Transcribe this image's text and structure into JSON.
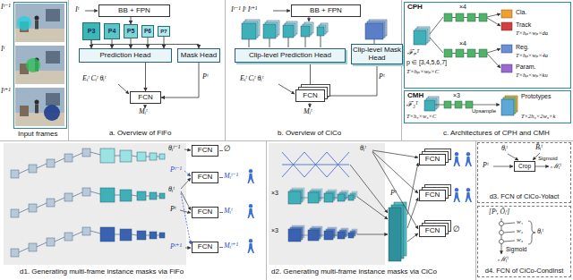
{
  "diagram": {
    "nodes": [
      {
        "text": [
          "BB + FPN"
        ]
      },
      {
        "text": [
          "P3"
        ]
      },
      {
        "text": [
          "P4"
        ]
      },
      {
        "text": [
          "P5"
        ]
      },
      {
        "text": [
          "P6"
        ]
      },
      {
        "text": [
          "P7"
        ]
      },
      {
        "text": [
          "Prediction Head"
        ]
      },
      {
        "text": [
          "Mask Head"
        ]
      },
      {
        "text": [
          "FCN"
        ]
      },
      {
        "text": [
          "BB + FPN"
        ]
      },
      {
        "text": [
          "Clip-level Prediction Head"
        ]
      },
      {
        "text": [
          "Clip-level Mask Head"
        ]
      },
      {
        "text": [
          "FCN"
        ]
      },
      {
        "text": [
          "CPH"
        ]
      },
      {
        "text": [
          "CMH"
        ]
      },
      {
        "text": [
          "FCN"
        ]
      },
      {
        "text": [
          "FCN"
        ]
      },
      {
        "text": [
          "FCN"
        ]
      },
      {
        "text": [
          "FCN"
        ]
      },
      {
        "text": [
          "FCN"
        ]
      },
      {
        "text": [
          "FCN"
        ]
      },
      {
        "text": [
          "FCN"
        ]
      },
      {
        "text": [
          "d3. FCN of CiCo-Yolact"
        ]
      },
      {
        "text": [
          "Crop"
        ],
        "in": 22
      },
      {
        "text": [
          "d4. FCN of CiCo-CondInst"
        ]
      }
    ],
    "edges": [
      {
        "from": 0,
        "to": 3,
        "arrow": "to"
      },
      {
        "from": 1,
        "to": 6,
        "arrow": "to"
      },
      {
        "from": 2,
        "to": 6,
        "arrow": "to"
      },
      {
        "from": 3,
        "to": 6,
        "arrow": "to"
      },
      {
        "from": 4,
        "to": 6,
        "arrow": "to"
      },
      {
        "from": 5,
        "to": 6,
        "arrow": "to"
      },
      {
        "from": 1,
        "to": 7,
        "arrow": "to"
      },
      {
        "from": 6,
        "to": 8,
        "arrow": "to"
      },
      {
        "from": 7,
        "to": 8,
        "arrow": "to"
      },
      {
        "from": 10,
        "to": 12,
        "arrow": "to"
      },
      {
        "from": 11,
        "to": 12,
        "arrow": "to"
      }
    ],
    "labels": [
      "Iᵗ⁻¹",
      "Iᵗ",
      "Iᵗ⁺¹",
      "Input frames",
      "Iᵗ",
      "Eᵢᵗ Cᵢᵗ θᵢᵗ",
      "Pᵗ",
      "Mᵢᵗ",
      "a. Overview of FiFo",
      "Iᵗ⁻¹ Iᵗ Iᵗ⁺¹",
      "Eᵢᵗ Cᵢᵗ θᵢᵗ",
      "Pᵗ",
      "Mᵢᵗ",
      "b. Overview of CiCo",
      "ℱₚᵀ",
      "p ∈ [3,4,5,6,7]",
      "T×hₚ×wₚ×C",
      "×4",
      "Cla.",
      "Track",
      "T×hₚ×wₚ×da",
      "×4",
      "Reg.",
      "T×hₚ×wₚ×4a",
      "Param.",
      "T×hₚ×wₚ×ku",
      "ℱ₃ᵀ",
      "T×h₃×w₃×C",
      "×3",
      "Upsample",
      "Prototypes",
      "T×2h₃×2w₃×k",
      "c. Architectures of CPH and CMH",
      "θᵢᵗ⁻¹",
      "Pᵗ⁻¹",
      "∅",
      "Mᵢᵗ⁻¹",
      "θᵢᵗ",
      "Pᵗ",
      "Mᵢᵗ",
      "Pᵗ⁺¹",
      "Mᵢᵗ⁺¹",
      "d1. Generating multi-frame instance masks via FiFo",
      "θᵢᵗ",
      "×3",
      "×3",
      "Pᵗ",
      "∅",
      "d2. Generating multi-frame instance masks via CiCo",
      "θᵢᵗ",
      "B̂ᵢᵗ",
      "Pᵗ",
      "Sigmoid",
      "ℳᵢᵗ",
      "[Pᵗ, Ôᵢᵗ]",
      "w₁",
      "w₂",
      "w₃",
      "θᵢᵗ",
      "Sigmoid",
      "ℳᵢᵗ"
    ]
  }
}
